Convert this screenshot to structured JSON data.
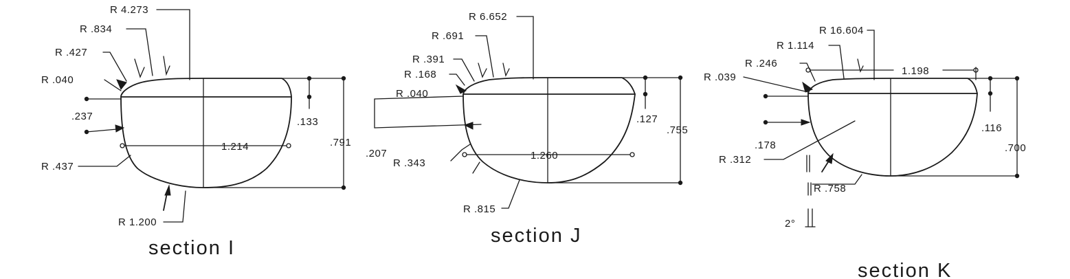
{
  "sections": [
    {
      "id": "I",
      "title": "section I",
      "labels": {
        "r_top_large": "R 4.273",
        "r_top_mid": "R .834",
        "r_top_small": "R .427",
        "r_corner": "R .040",
        "r_side": "R .437",
        "r_bottom": "R 1.200",
        "dim_upper_height": ".237",
        "dim_width": "1.214",
        "dim_right_gap": ".133",
        "dim_total_height": ".791"
      }
    },
    {
      "id": "J",
      "title": "section J",
      "labels": {
        "r_top_large": "R 6.652",
        "r_top_mid": "R .691",
        "r_top_small": "R .391",
        "r_top_tiny": "R .168",
        "r_corner": "R .040",
        "r_side": "R .343",
        "r_bottom": "R .815",
        "dim_left_height": ".207",
        "dim_width": "1.260",
        "dim_right_gap": ".127",
        "dim_total_height": ".755"
      }
    },
    {
      "id": "K",
      "title": "section K",
      "labels": {
        "r_top_large": "R 16.604",
        "r_top_mid": "R 1.114",
        "r_top_small": "R .246",
        "r_corner": "R .039",
        "r_side": "R .312",
        "r_bottom": "R .758",
        "dim_top_width": "1.198",
        "dim_left_height": ".178",
        "dim_right_gap": ".116",
        "dim_total_height": ".700",
        "angle": "2°"
      }
    }
  ]
}
